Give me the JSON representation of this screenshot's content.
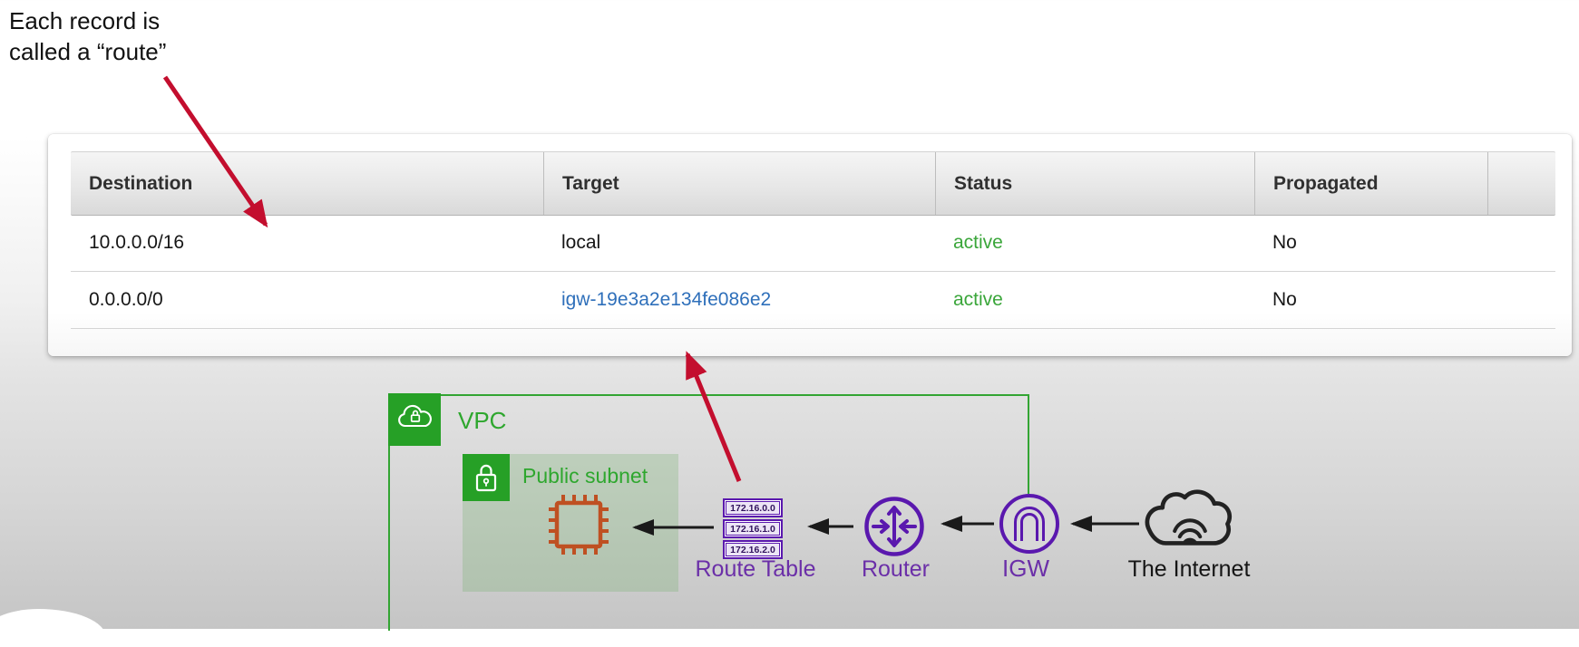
{
  "annotation": {
    "line1": "Each record is",
    "line2": "called a “route”"
  },
  "route_table": {
    "columns": [
      "Destination",
      "Target",
      "Status",
      "Propagated"
    ],
    "rows": [
      {
        "destination": "10.0.0.0/16",
        "target": "local",
        "status": "active",
        "propagated": "No"
      },
      {
        "destination": "0.0.0.0/0",
        "target": "igw-19e3a2e134fe086e2",
        "status": "active",
        "propagated": "No"
      }
    ]
  },
  "diagram": {
    "vpc_label": "VPC",
    "subnet_label": "Public subnet",
    "route_table_icon_rows": [
      "172.16.0.0",
      "172.16.1.0",
      "172.16.2.0"
    ],
    "route_table_label": "Route Table",
    "router_label": "Router",
    "igw_label": "IGW",
    "internet_label": "The Internet"
  },
  "colors": {
    "arrow_red": "#c30e2e",
    "aws_green": "#26a026",
    "label_green": "#2ea72e",
    "purple": "#5a18ae",
    "label_purple": "#6b2fa8",
    "link_blue": "#2e6fba",
    "active_green": "#3aa63a",
    "chip_orange": "#bf5022",
    "internet_dark": "#222222"
  }
}
